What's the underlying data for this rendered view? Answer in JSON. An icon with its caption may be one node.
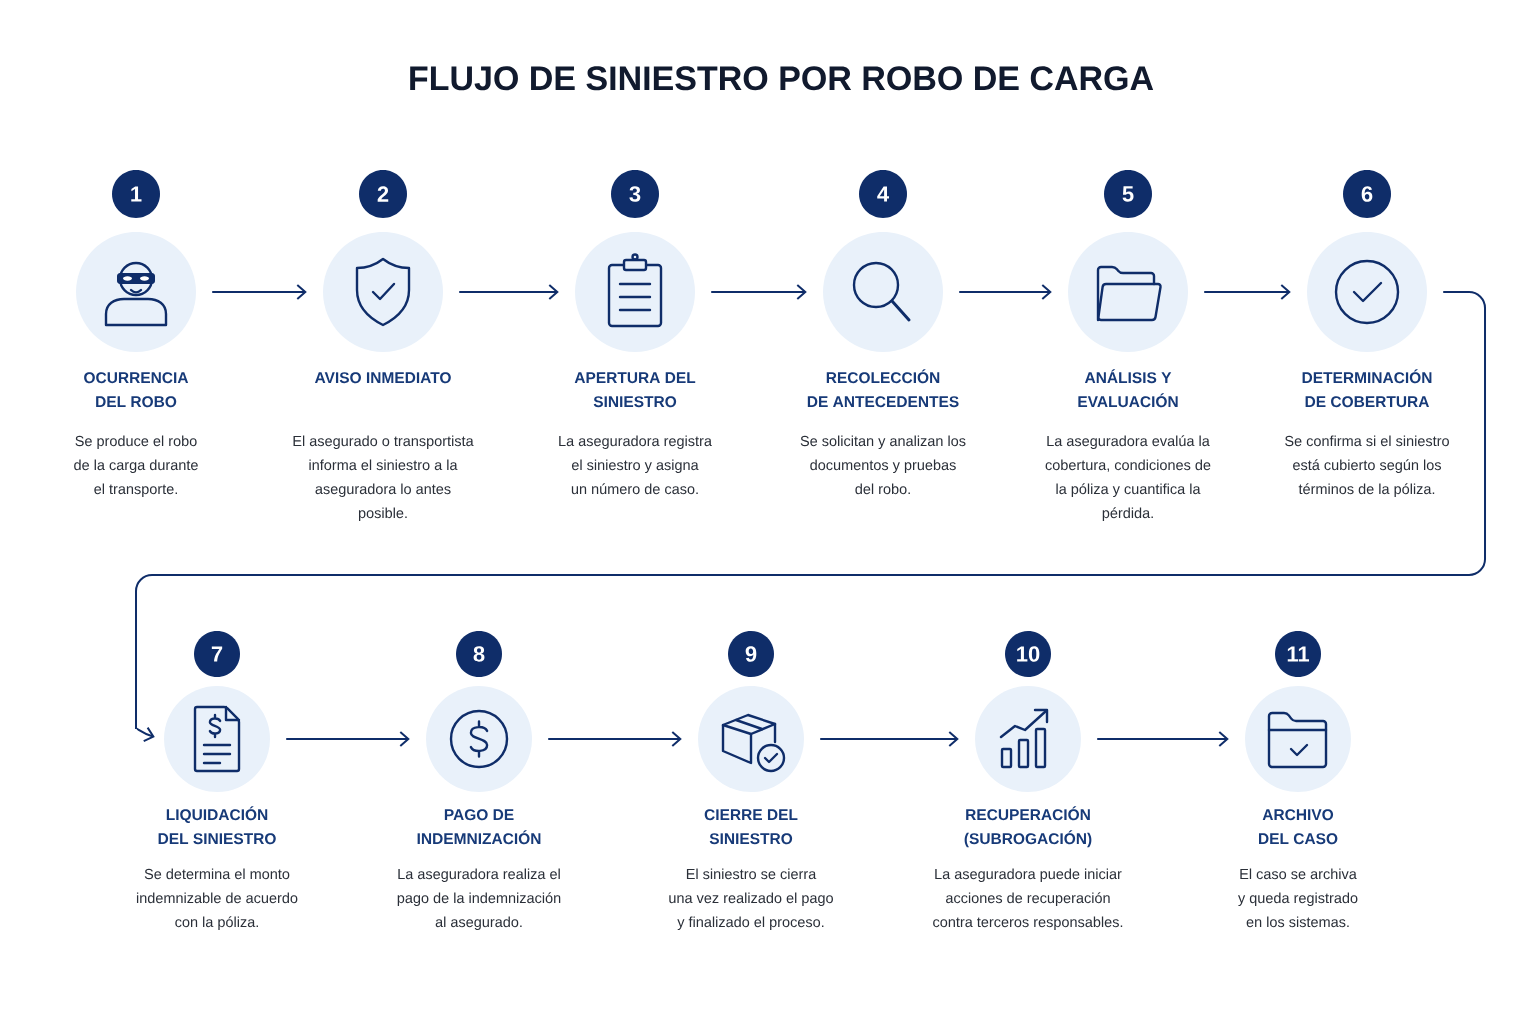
{
  "diagram": {
    "title": "FLUJO DE SINIESTRO POR ROBO DE CARGA",
    "nodes": [
      {
        "text": [
          "OCURRENCIA DEL ROBO",
          "Se produce el robo de la carga durante el transporte."
        ],
        "beside": [
          "1"
        ]
      },
      {
        "text": [
          "AVISO INMEDIATO",
          "El asegurado o transportista informa el siniestro a la aseguradora lo antes posible."
        ],
        "beside": [
          "2"
        ]
      },
      {
        "text": [
          "APERTURA DEL SINIESTRO",
          "La aseguradora registra el siniestro y asigna un número de caso."
        ],
        "beside": [
          "3"
        ]
      },
      {
        "text": [
          "RECOLECCIÓN DE ANTECEDENTES",
          "Se solicitan y analizan los documentos y pruebas del robo."
        ],
        "beside": [
          "4"
        ]
      },
      {
        "text": [
          "ANÁLISIS Y EVALUACIÓN",
          "La aseguradora evalúa la cobertura, condiciones de la póliza y cuantifica la pérdida."
        ],
        "beside": [
          "5"
        ]
      },
      {
        "text": [
          "DETERMINACIÓN DE COBERTURA",
          "Se confirma si el siniestro está cubierto según los términos de la póliza."
        ],
        "beside": [
          "6"
        ]
      },
      {
        "text": [
          "LIQUIDACIÓN DEL SINIESTRO",
          "Se determina el monto indemnizable de acuerdo con la póliza."
        ],
        "beside": [
          "7"
        ]
      },
      {
        "text": [
          "PAGO DE INDEMNIZACIÓN",
          "La aseguradora realiza el pago de la indemnización al asegurado."
        ],
        "beside": [
          "8"
        ]
      },
      {
        "text": [
          "CIERRE DEL SINIESTRO",
          "El siniestro se cierra una vez realizado el pago y finalizado el proceso."
        ],
        "beside": [
          "9"
        ]
      },
      {
        "text": [
          "RECUPERACIÓN (SUBROGACIÓN)",
          "La aseguradora puede iniciar acciones de recuperación contra terceros responsables."
        ],
        "beside": [
          "10"
        ]
      },
      {
        "text": [
          "ARCHIVO DEL CASO",
          "El caso se archiva y queda registrado en los sistemas."
        ],
        "beside": [
          "11"
        ]
      }
    ],
    "edges": [
      {
        "from": 0,
        "to": 1,
        "arrow": "to"
      },
      {
        "from": 1,
        "to": 2,
        "arrow": "to"
      },
      {
        "from": 2,
        "to": 3,
        "arrow": "to"
      },
      {
        "from": 3,
        "to": 4,
        "arrow": "to"
      },
      {
        "from": 4,
        "to": 5,
        "arrow": "to"
      },
      {
        "from": 5,
        "to": 6,
        "arrow": "to"
      },
      {
        "from": 6,
        "to": 7,
        "arrow": "to"
      },
      {
        "from": 7,
        "to": 8,
        "arrow": "to"
      },
      {
        "from": 8,
        "to": 9,
        "arrow": "to"
      },
      {
        "from": 9,
        "to": 10,
        "arrow": "to"
      }
    ]
  }
}
